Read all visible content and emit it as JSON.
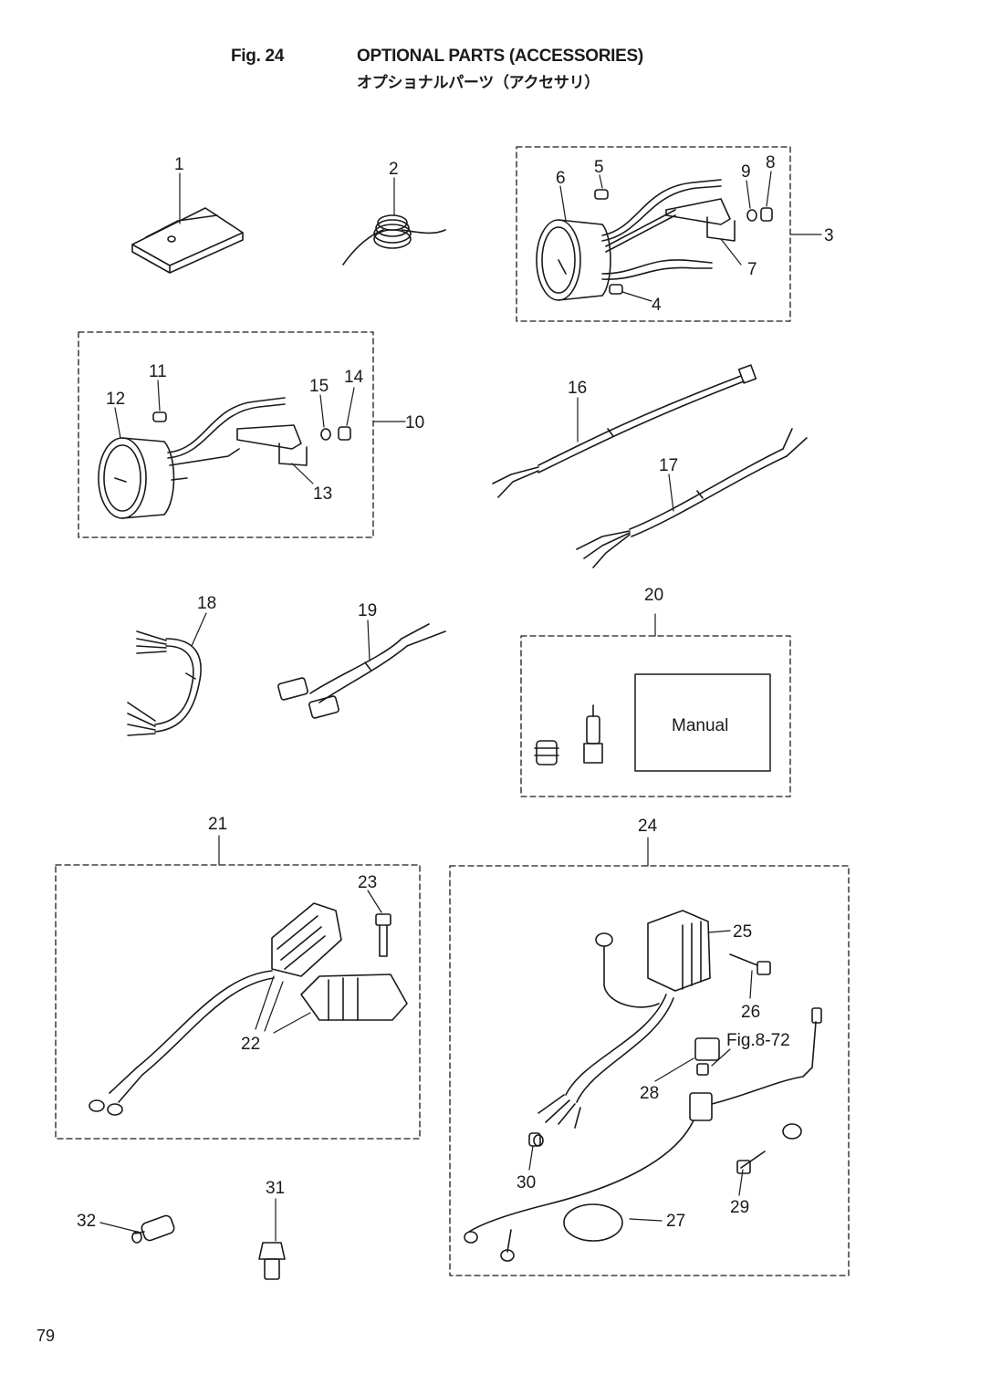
{
  "header": {
    "figure_number": "Fig. 24",
    "title_en": "OPTIONAL PARTS (ACCESSORIES)",
    "title_jp": "オプショナルパーツ（アクセサリ）"
  },
  "page_number": "79",
  "callouts": {
    "c1": "1",
    "c2": "2",
    "c3": "3",
    "c4": "4",
    "c5": "5",
    "c6": "6",
    "c7": "7",
    "c8": "8",
    "c9": "9",
    "c10": "10",
    "c11": "11",
    "c12": "12",
    "c13": "13",
    "c14": "14",
    "c15": "15",
    "c16": "16",
    "c17": "17",
    "c18": "18",
    "c19": "19",
    "c20": "20",
    "c21": "21",
    "c22": "22",
    "c23": "23",
    "c24": "24",
    "c25": "25",
    "c26": "26",
    "c27": "27",
    "c28": "28",
    "c29": "29",
    "c30": "30",
    "c31": "31",
    "c32": "32"
  },
  "manual_label": "Manual",
  "cross_reference": "Fig.8-72"
}
